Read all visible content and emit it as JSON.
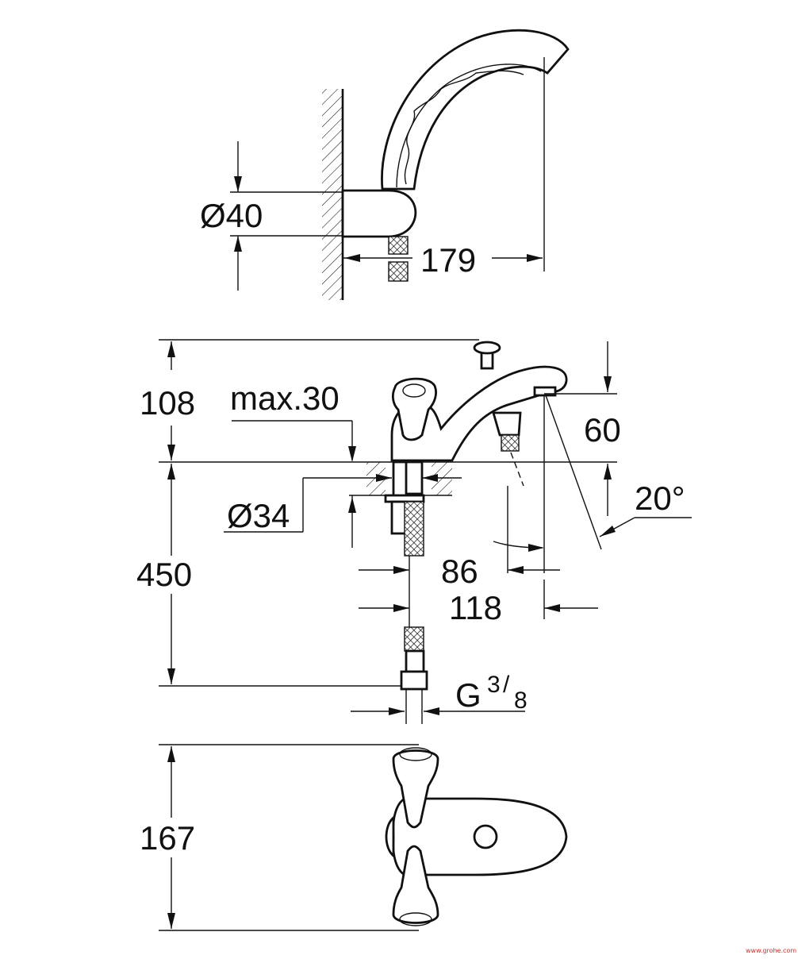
{
  "dimensions": {
    "d40": "Ø40",
    "d179": "179",
    "d108": "108",
    "max30": "max.30",
    "d60": "60",
    "d34": "Ø34",
    "d20deg": "20°",
    "d450": "450",
    "d86": "86",
    "d118": "118",
    "g_thread_main": "G",
    "g_thread_num": "3",
    "g_thread_den": "8",
    "d167": "167"
  },
  "watermark": "www.grohe.com"
}
